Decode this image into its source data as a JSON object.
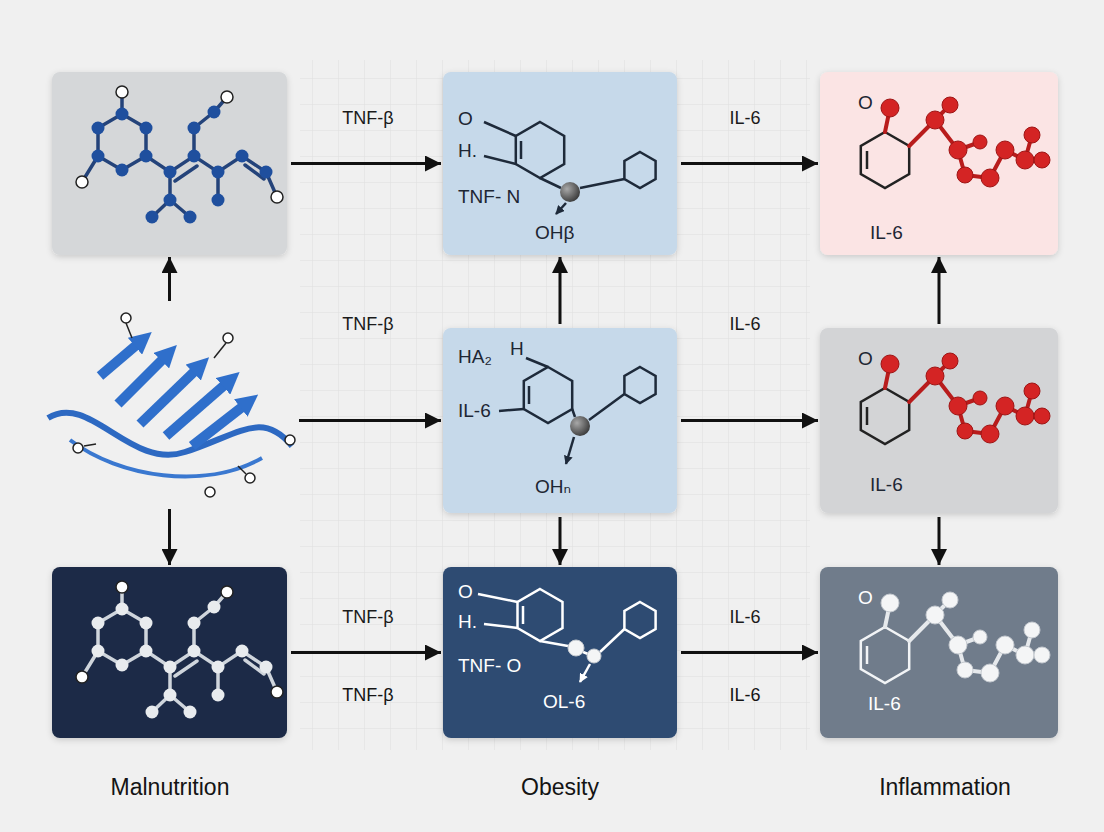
{
  "diagram": {
    "nodes": [
      {
        "text": []
      },
      {
        "text": [
          "O",
          "H.",
          "TNF- N",
          "OHβ"
        ]
      },
      {
        "text": [
          "O",
          "IL-6"
        ]
      },
      {
        "text": []
      },
      {
        "text": [
          "HA₂",
          "H",
          "IL-6",
          "OHₙ"
        ]
      },
      {
        "text": [
          "O",
          "IL-6"
        ]
      },
      {
        "text": []
      },
      {
        "text": [
          "O",
          "H.",
          "TNF- O",
          "OL-6"
        ]
      },
      {
        "text": [
          "O",
          "IL-6"
        ]
      }
    ],
    "edges": [
      {
        "from": 0,
        "to": 1,
        "arrow": "to",
        "label": "TNF-β"
      },
      {
        "from": 1,
        "to": 2,
        "arrow": "to",
        "label": "IL-6"
      },
      {
        "from": 3,
        "to": 0,
        "arrow": "to"
      },
      {
        "from": 3,
        "to": 4,
        "arrow": "to",
        "label": "TNF-β"
      },
      {
        "from": 3,
        "to": 6,
        "arrow": "to"
      },
      {
        "from": 4,
        "to": 1,
        "arrow": "to"
      },
      {
        "from": 4,
        "to": 5,
        "arrow": "to",
        "label": "IL-6"
      },
      {
        "from": 4,
        "to": 7,
        "arrow": "to"
      },
      {
        "from": 5,
        "to": 2,
        "arrow": "to"
      },
      {
        "from": 5,
        "to": 8,
        "arrow": "to"
      },
      {
        "from": 6,
        "to": 7,
        "arrow": "to",
        "label": "TNF-β"
      },
      {
        "from": 7,
        "to": 8,
        "arrow": "to",
        "label": "IL-6"
      }
    ],
    "labels": [
      "TNF-β",
      "IL-6",
      "Malnutrition",
      "Obesity",
      "Inflammation"
    ]
  }
}
